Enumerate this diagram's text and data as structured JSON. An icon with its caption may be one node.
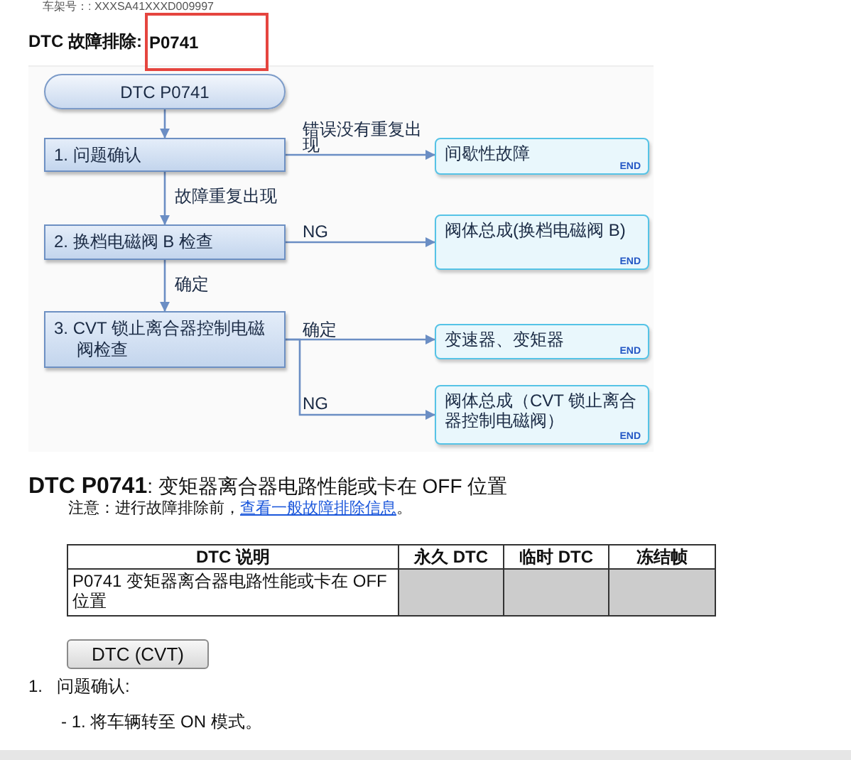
{
  "diagram": {
    "title": "DTC 故障排除:",
    "nodes": [
      {
        "text": [
          "P0741"
        ]
      },
      {
        "text": [
          "DTC P0741"
        ]
      },
      {
        "text": [
          "1. 问题确认"
        ]
      },
      {
        "text": [
          "2. 换档电磁阀 B 检查"
        ]
      },
      {
        "text": [
          "3. CVT 锁止离合器控制电磁阀检查"
        ]
      },
      {
        "text": [
          "间歇性故障",
          "END"
        ]
      },
      {
        "text": [
          "阀体总成(换档电磁阀 B)",
          "END"
        ]
      },
      {
        "text": [
          "变速器、变矩器",
          "END"
        ]
      },
      {
        "text": [
          "阀体总成（CVT 锁止离合器控制电磁阀）",
          "END"
        ]
      }
    ],
    "edges": [
      {
        "from": 1,
        "to": 2,
        "arrow": "to"
      },
      {
        "from": 2,
        "to": 3,
        "arrow": "to",
        "label": "故障重复出现"
      },
      {
        "from": 3,
        "to": 4,
        "arrow": "to",
        "label": "确定"
      },
      {
        "from": 2,
        "to": 5,
        "arrow": "to",
        "label": "错误没有重复出现"
      },
      {
        "from": 3,
        "to": 6,
        "arrow": "to",
        "label": "NG"
      },
      {
        "from": 4,
        "to": 7,
        "arrow": "to",
        "label": "确定"
      },
      {
        "from": 4,
        "to": 8,
        "arrow": "to",
        "label": "NG"
      }
    ],
    "labels": [
      "车架号：: XXXSA41XXXD009997",
      "**DTC P0741**: 变矩器离合器电路性能或卡在 OFF 位置",
      "注意：进行故障排除前，",
      "查看一般故障排除信息",
      "。",
      "DTC 说明",
      "永久 DTC",
      "临时 DTC",
      "冻结帧",
      "P0741 变矩器离合器电路性能或卡在 OFF 位置",
      "DTC (CVT)",
      "1.",
      "问题确认:",
      "- 1. 将车辆转至 ON 模式。"
    ]
  }
}
